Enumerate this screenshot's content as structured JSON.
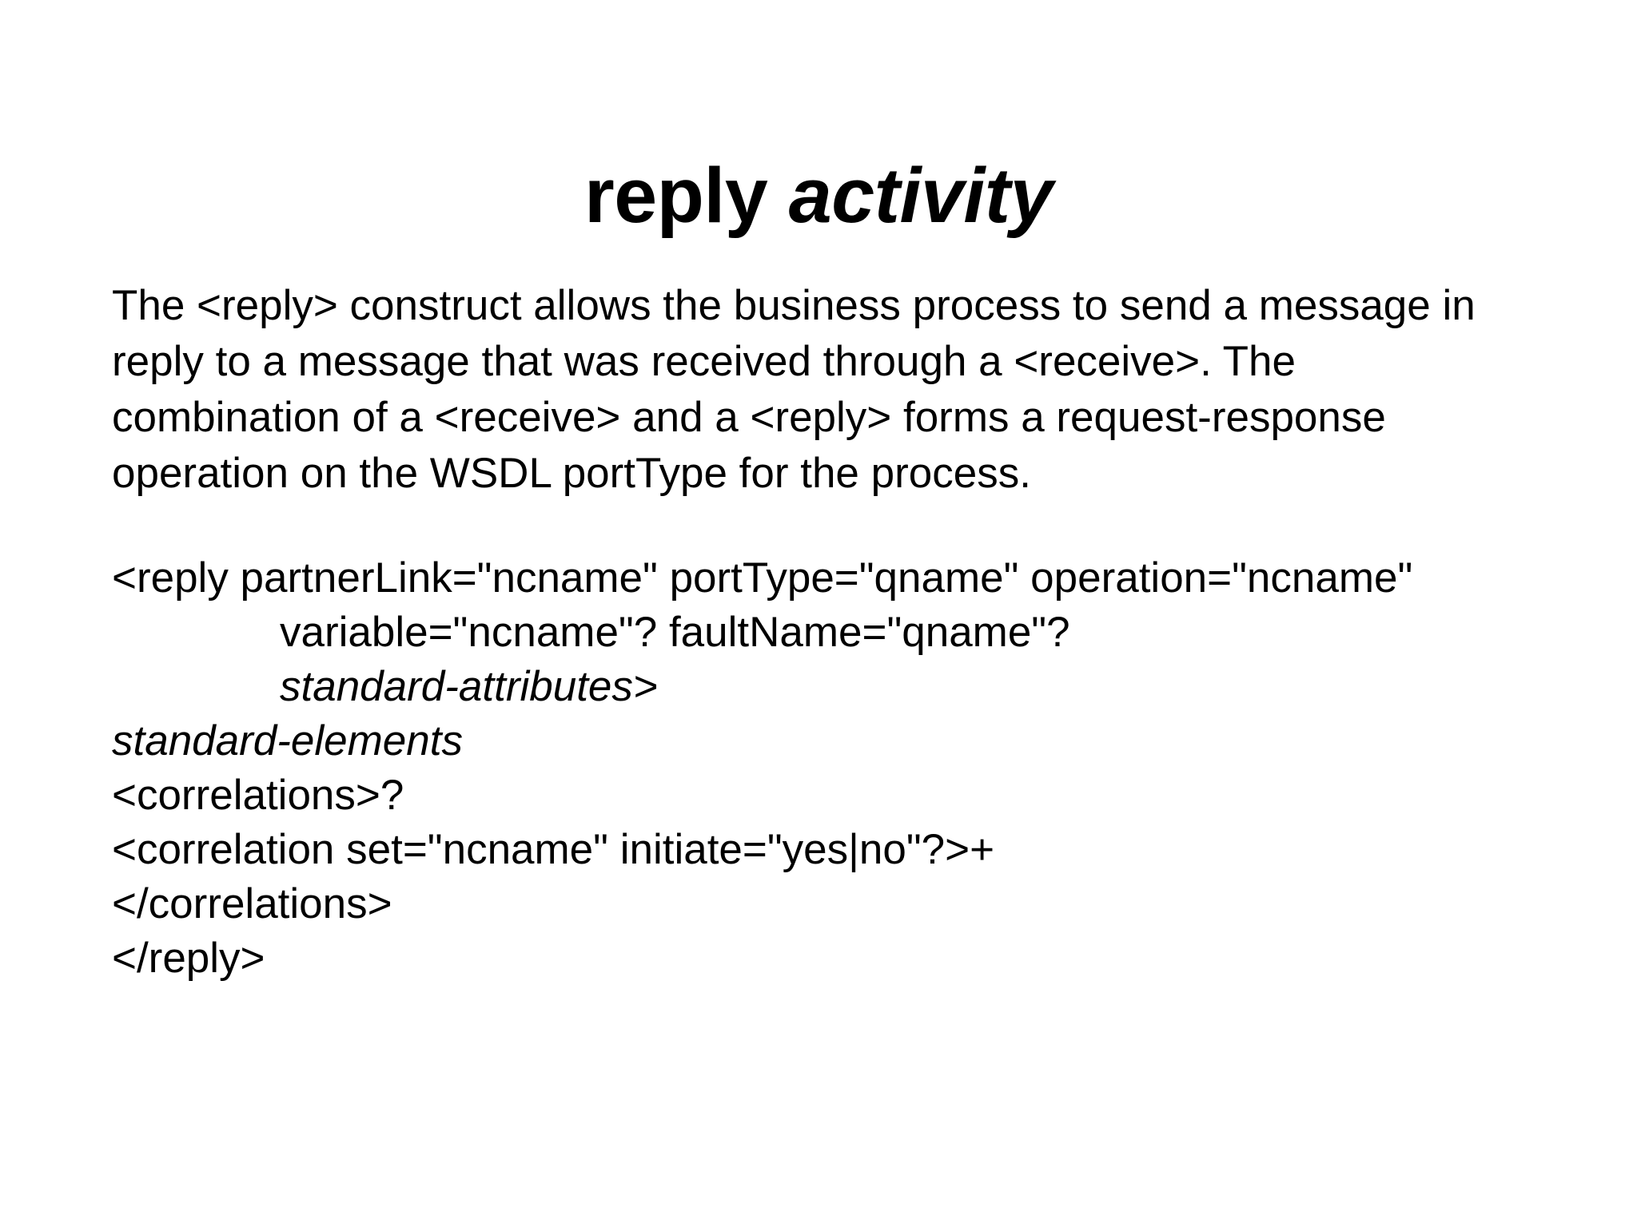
{
  "slide": {
    "title": {
      "regular_part": "reply ",
      "italic_part": "activity"
    },
    "intro_paragraph": "The <reply> construct allows the business process to send a message in reply to a message that was received through a <receive>. The combination of a <receive> and a <reply> forms a request-response operation on the WSDL portType for the process.",
    "code_lines": [
      {
        "text": "<reply partnerLink=\"ncname\" portType=\"qname\" operation=\"ncname\"",
        "indent": false,
        "italic": false
      },
      {
        "text": "variable=\"ncname\"? faultName=\"qname\"?",
        "indent": true,
        "italic": false
      },
      {
        "text": "standard-attributes>",
        "indent": true,
        "italic": true
      },
      {
        "text": "standard-elements",
        "indent": false,
        "italic": true
      },
      {
        "text": "<correlations>?",
        "indent": false,
        "italic": false
      },
      {
        "text": "<correlation set=\"ncname\" initiate=\"yes|no\"?>+",
        "indent": false,
        "italic": false
      },
      {
        "text": "</correlations>",
        "indent": false,
        "italic": false
      },
      {
        "text": "</reply>",
        "indent": false,
        "italic": false
      }
    ],
    "colors": {
      "background": "#ffffff",
      "text": "#000000"
    }
  }
}
